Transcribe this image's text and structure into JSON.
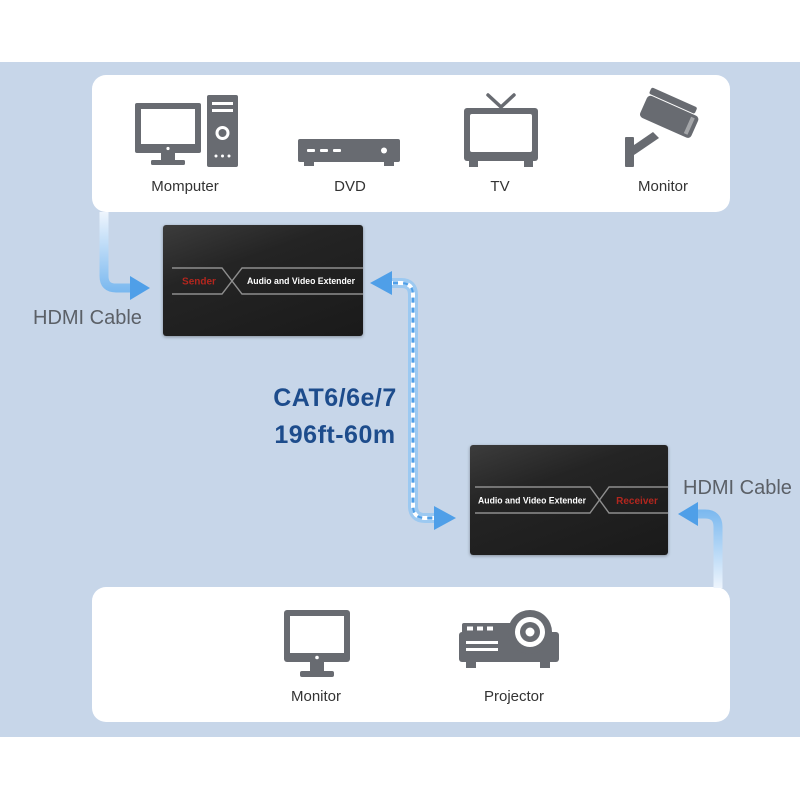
{
  "sources": {
    "devices": [
      {
        "label": "Momputer",
        "icon": "computer-icon"
      },
      {
        "label": "DVD",
        "icon": "dvd-player-icon"
      },
      {
        "label": "TV",
        "icon": "tv-icon"
      },
      {
        "label": "Monitor",
        "icon": "security-camera-icon"
      }
    ]
  },
  "input_cable": {
    "label": "HDMI Cable"
  },
  "transmitter": {
    "tag": "Sender",
    "title": "Audio and Video Extender"
  },
  "network_cable": {
    "type": "CAT6/6e/7",
    "distance": "196ft-60m"
  },
  "receiver": {
    "tag": "Receiver",
    "title": "Audio and Video Extender"
  },
  "output_cable": {
    "label": "HDMI Cable"
  },
  "displays": {
    "devices": [
      {
        "label": "Monitor",
        "icon": "monitor-icon"
      },
      {
        "label": "Projector",
        "icon": "projector-icon"
      }
    ]
  },
  "colors": {
    "background": "#c7d6e9",
    "card": "#ffffff",
    "icon": "#686b71",
    "arrow": "#4f9fe8",
    "arrow_light": "#9cc9f1",
    "cable_text": "#1d4c8c",
    "device_box": "#1a1a1a",
    "box_tag": "#b3261e",
    "label_text": "#5b6067",
    "device_label": "#333333"
  }
}
